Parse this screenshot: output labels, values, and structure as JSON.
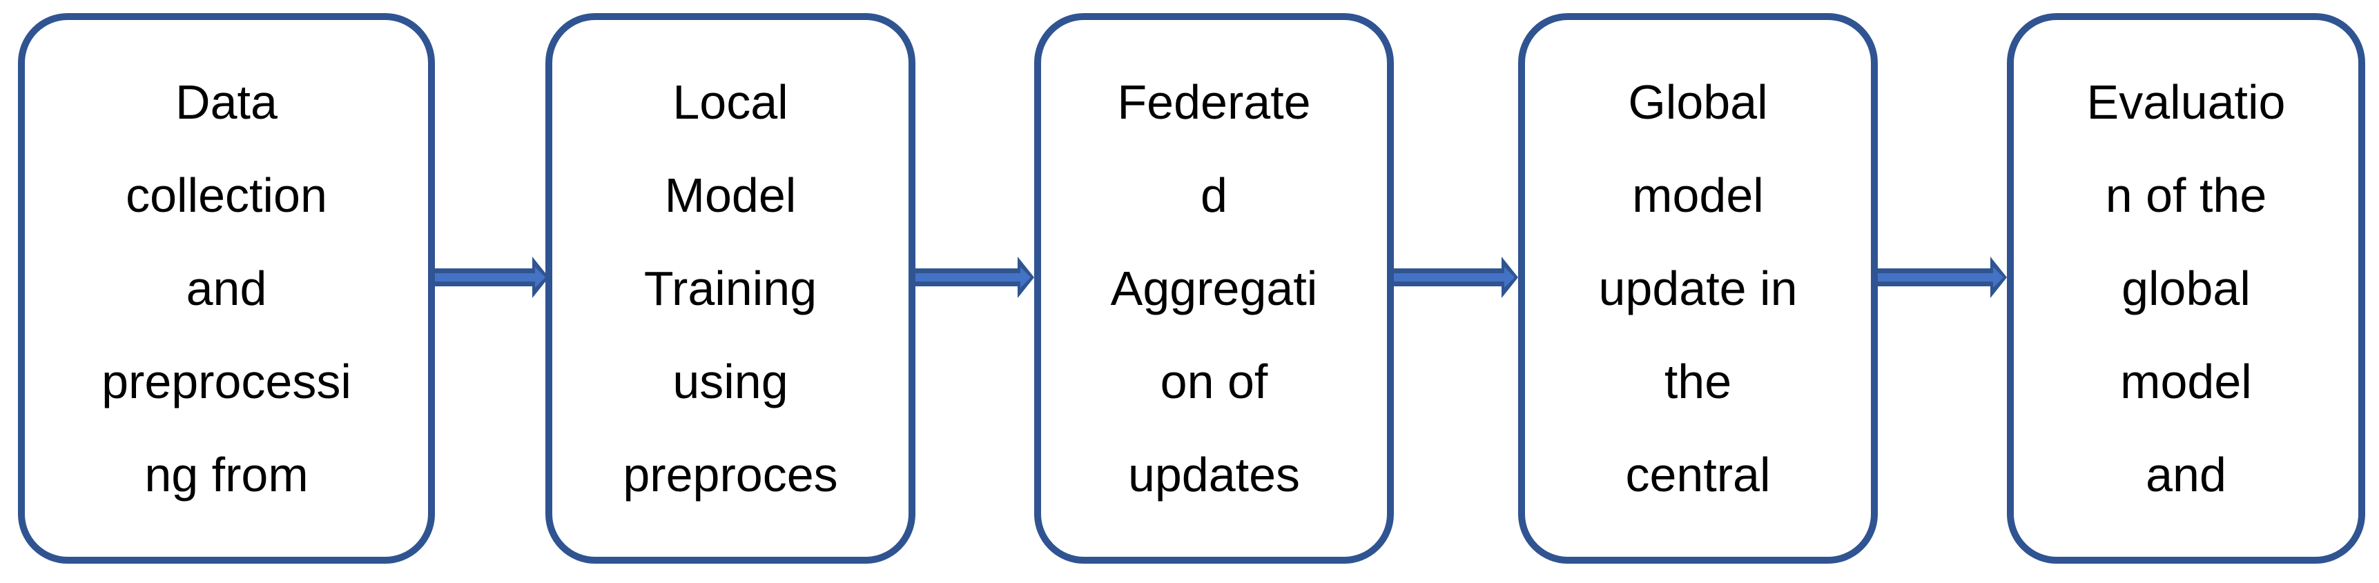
{
  "diagram": {
    "type": "flowchart",
    "colors": {
      "background": "#FFFFFF",
      "box_fill": "#FFFFFF",
      "box_border": "#2F5491",
      "text": "#000000",
      "arrow_fill": "#4472C4",
      "arrow_outline": "#2F5491"
    },
    "boxes": [
      {
        "name": "data-collection",
        "lines": [
          "Data",
          "collection",
          "and",
          "preprocessi",
          "ng from"
        ]
      },
      {
        "name": "local-model-training",
        "lines": [
          "Local",
          "Model",
          "Training",
          "using",
          "preproces"
        ]
      },
      {
        "name": "federated-aggregation",
        "lines": [
          "Federate",
          "d",
          "Aggregati",
          "on of",
          "updates"
        ]
      },
      {
        "name": "global-model-update",
        "lines": [
          "Global",
          "model",
          "update in",
          "the",
          "central"
        ]
      },
      {
        "name": "evaluation",
        "lines": [
          "Evaluatio",
          "n of the",
          "global",
          "model",
          "and"
        ]
      }
    ]
  }
}
